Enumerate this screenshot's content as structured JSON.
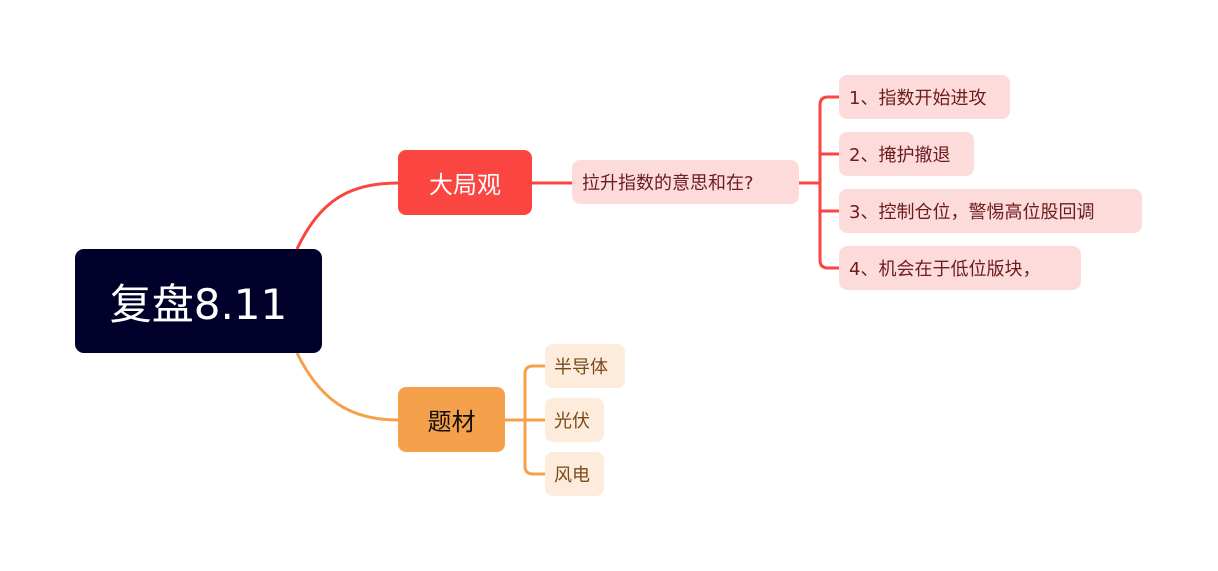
{
  "root": {
    "label": "复盘8.11"
  },
  "branches": [
    {
      "label": "大局观",
      "color": "#fa4540",
      "child": {
        "label": "拉升指数的意思和在?",
        "children": [
          "1、指数开始进攻",
          "2、掩护撤退",
          "3、控制仓位，警惕高位股回调",
          "4、机会在于低位版块，"
        ]
      }
    },
    {
      "label": "题材",
      "color": "#f5a04b",
      "children": [
        "半导体",
        "光伏",
        "风电"
      ]
    }
  ]
}
